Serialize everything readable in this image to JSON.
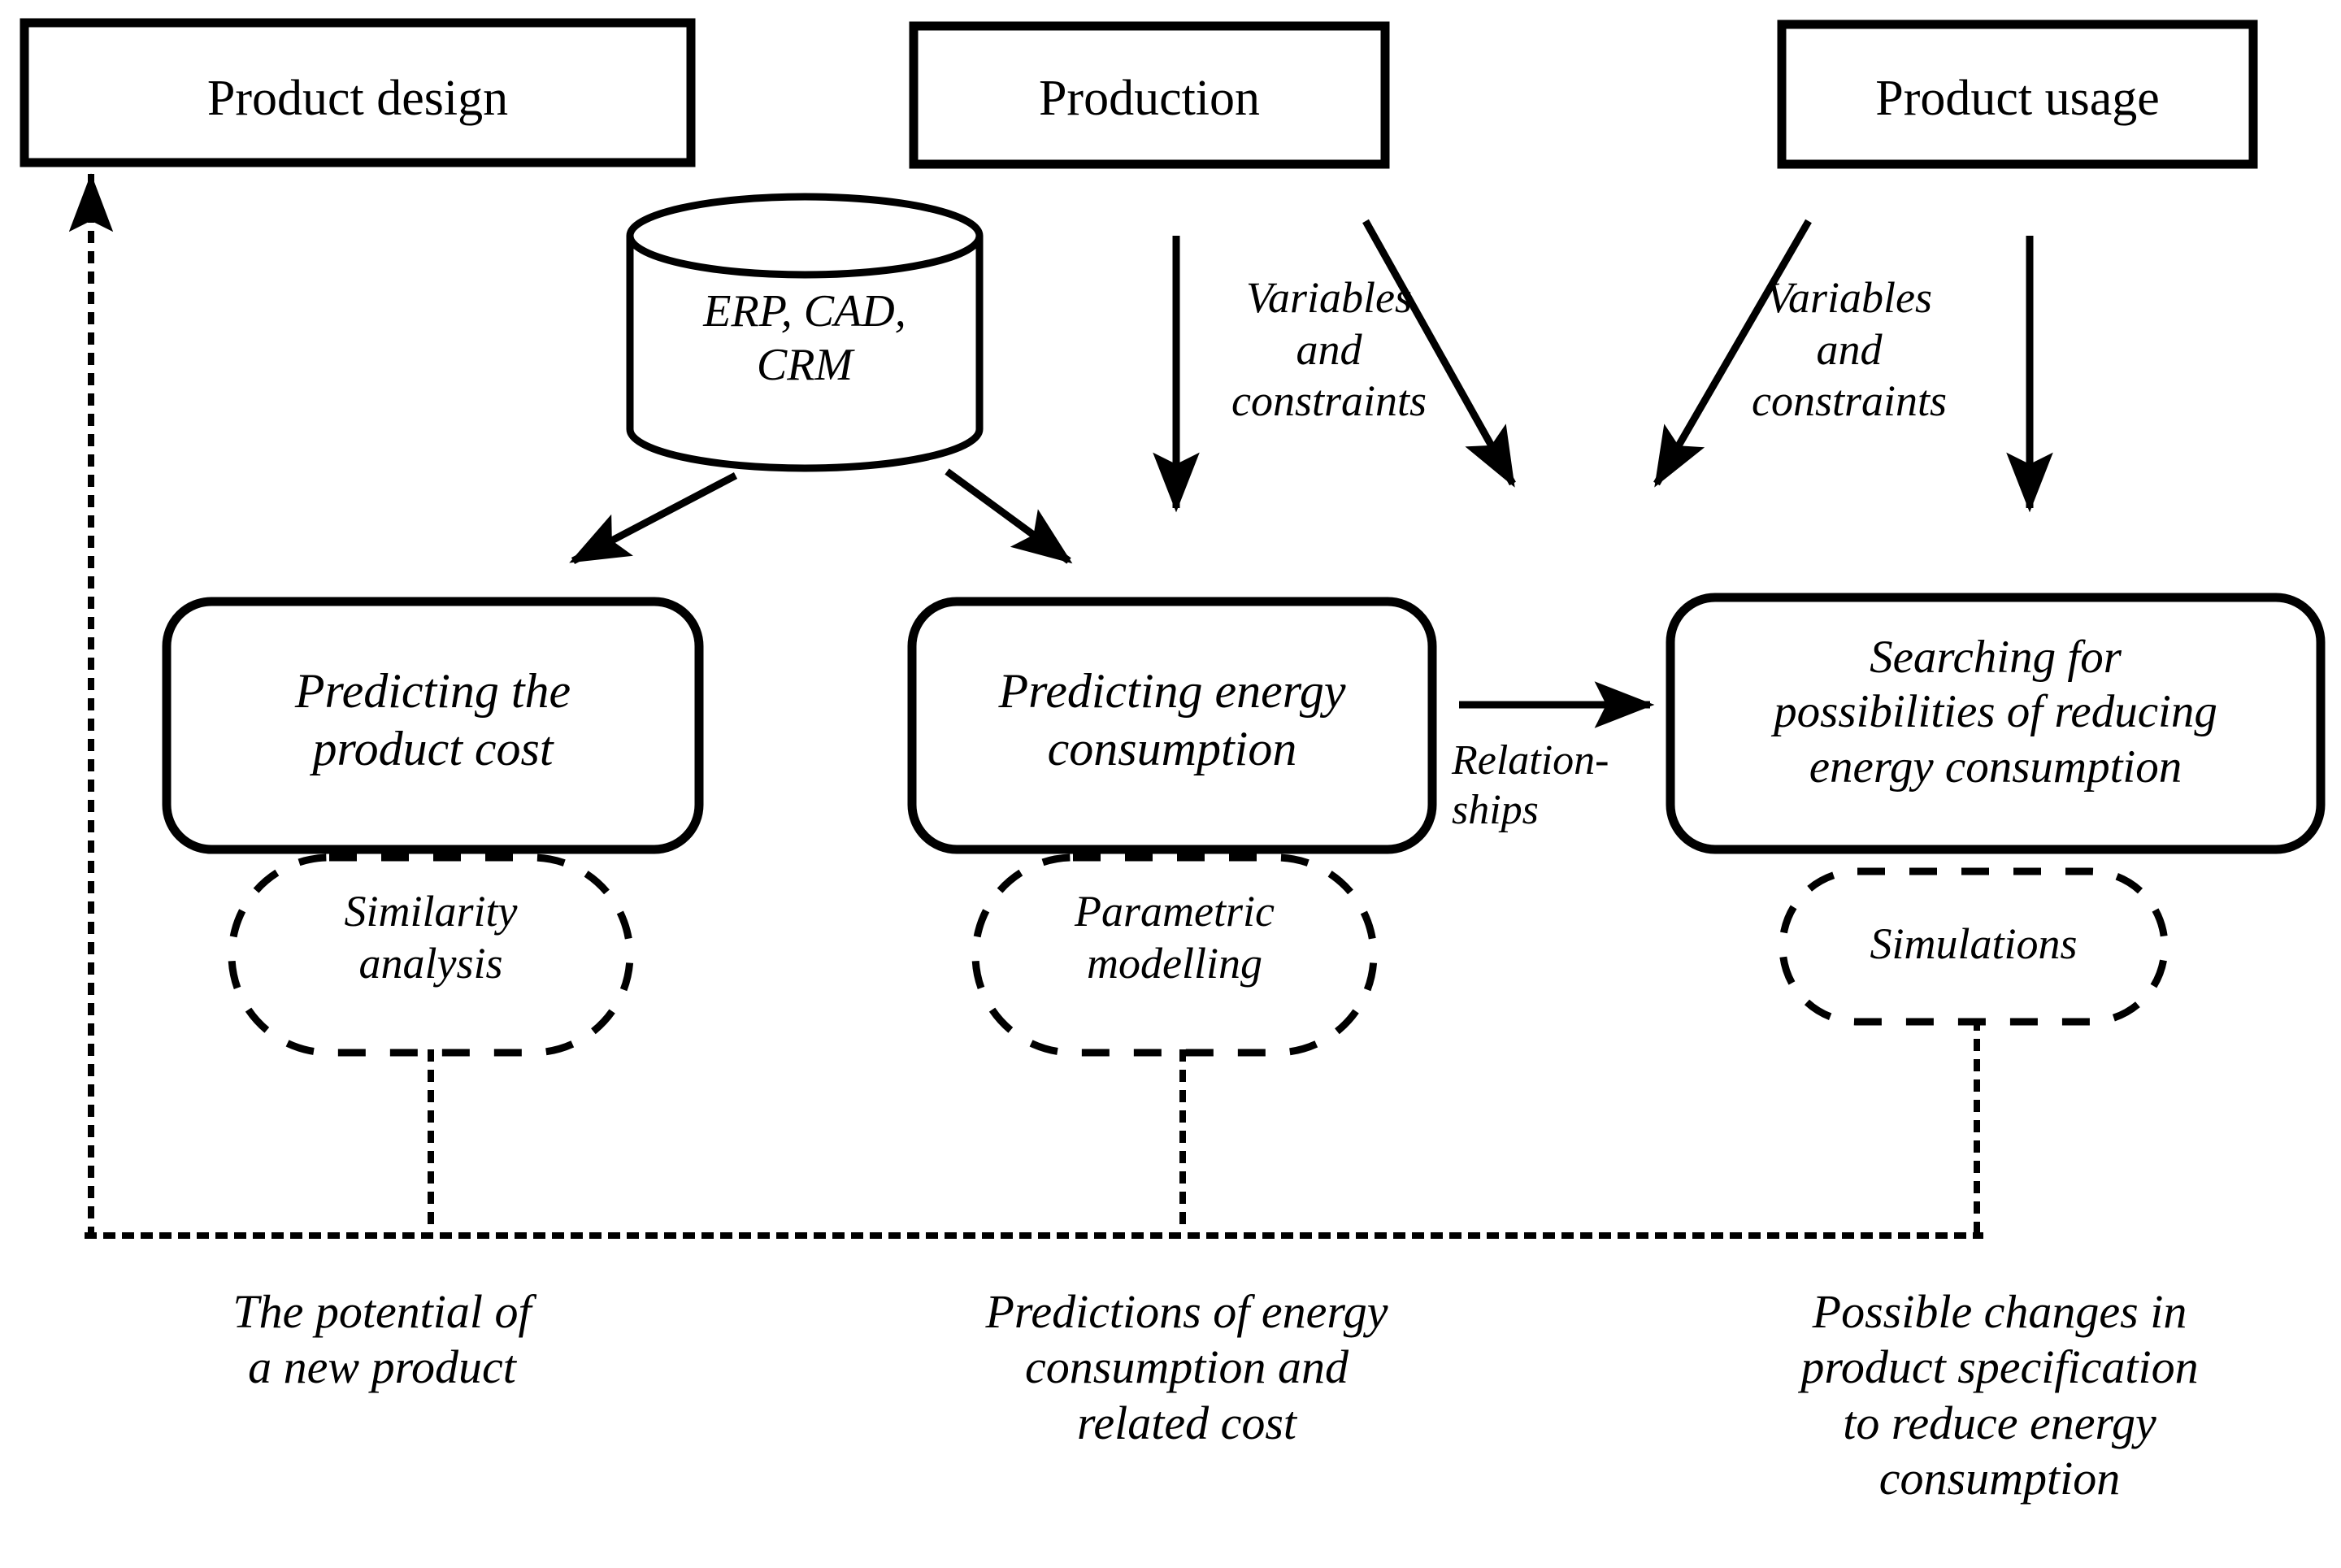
{
  "diagram": {
    "title": "Energy-aware product lifecycle framework",
    "stroke_color": "#000000",
    "background_color": "#ffffff"
  },
  "lifecycle_stages": [
    {
      "id": "product-design",
      "label": "Product design"
    },
    {
      "id": "production",
      "label": "Production"
    },
    {
      "id": "product-usage",
      "label": "Product usage"
    }
  ],
  "data_source": {
    "id": "erp-cad-crm",
    "label": "ERP, CAD,\nCRM",
    "shape": "cylinder"
  },
  "processes": [
    {
      "id": "predicting-product-cost",
      "label": "Predicting the\nproduct cost",
      "method": "Similarity\nanalysis"
    },
    {
      "id": "predicting-energy-consumption",
      "label": "Predicting energy\nconsumption",
      "method": "Parametric\nmodelling"
    },
    {
      "id": "searching-reducing-energy",
      "label": "Searching for\npossibilities of reducing\nenergy consumption",
      "method": "Simulations"
    }
  ],
  "flow_labels": {
    "production_to_energy": "Variables\nand\nconstraints",
    "usage_to_energy": "Variables\nand\nconstraints",
    "relationships": "Relation-\nships"
  },
  "outcomes": [
    {
      "id": "outcome-potential-new-product",
      "label": "The potential of\na new product"
    },
    {
      "id": "outcome-energy-predictions",
      "label": "Predictions of energy\nconsumption and\nrelated cost"
    },
    {
      "id": "outcome-product-spec-changes",
      "label": "Possible changes in\nproduct specification\nto reduce energy\nconsumption"
    }
  ]
}
